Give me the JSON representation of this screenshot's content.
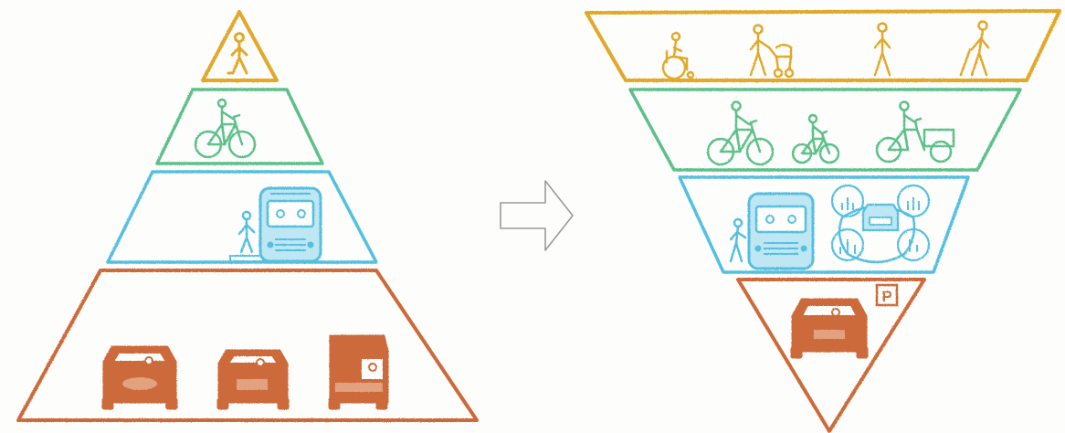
{
  "diagram": {
    "colors": {
      "walk": "#e1a82a",
      "bike": "#5cc08a",
      "transit": "#54bfe0",
      "car": "#cc6a3a",
      "arrow": "#9a9a9a",
      "background": "#fdfdfb"
    },
    "parking_sign": {
      "text": "P"
    },
    "left_pyramid": {
      "tiers": [
        "walk",
        "bike",
        "transit",
        "car"
      ],
      "icons": [
        "walking-person-icon",
        "bicycle-icon",
        "boarding-person-icon",
        "bus-icon",
        "car-icon",
        "car-icon",
        "van-icon"
      ]
    },
    "right_pyramid": {
      "tiers": [
        "walk",
        "bike",
        "transit",
        "car"
      ],
      "icons": [
        "wheelchair-user-icon",
        "person-with-stroller-icon",
        "walking-person-icon",
        "person-with-cane-icon",
        "bicycle-icon",
        "child-bicycle-icon",
        "cargo-bike-icon",
        "boarding-person-icon",
        "bus-icon",
        "carsharing-icon",
        "car-icon",
        "parking-sign-icon"
      ]
    }
  }
}
